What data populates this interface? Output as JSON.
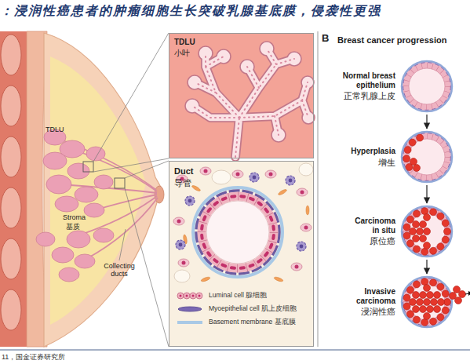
{
  "diagram": {
    "title": "：浸润性癌患者的肿瘤细胞生长突破乳腺基底膜，侵袭性更强",
    "caption": "11，国金证券研究所",
    "nodes": [
      {
        "text": [
          "TDLU",
          "小叶"
        ]
      },
      {
        "text": [
          "Duct",
          "导管"
        ]
      },
      {
        "text": [
          "Normal breast epithelium",
          "正常乳腺上皮"
        ]
      },
      {
        "text": [
          "Hyperplasia",
          "增生"
        ]
      },
      {
        "text": [
          "Carcinoma in situ",
          "原位癌"
        ]
      },
      {
        "text": [
          "Invasive carcinoma",
          "浸润性癌"
        ]
      }
    ],
    "edges": [
      {
        "from": 2,
        "to": 3,
        "arrow": "to"
      },
      {
        "from": 3,
        "to": 4,
        "arrow": "to"
      },
      {
        "from": 4,
        "to": 5,
        "arrow": "to"
      }
    ],
    "labels": [
      "TDLU",
      "Stroma",
      "基质",
      "Collecting ducts",
      "B",
      "Breast cancer progression"
    ],
    "legend": [
      {
        "text": "Luminal cell 腺细胞"
      },
      {
        "text": "Myoepithelial cell 肌上皮细胞"
      },
      {
        "text": "Basement membrane 基底膜"
      }
    ]
  }
}
